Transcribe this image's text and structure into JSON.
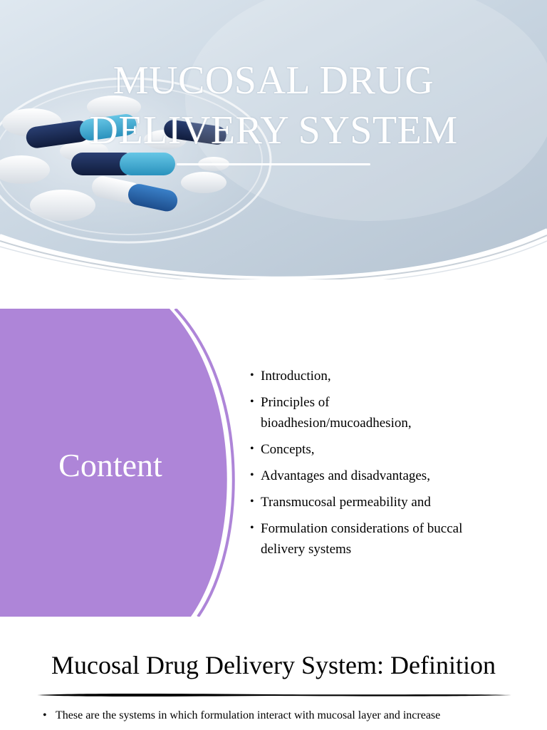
{
  "title_slide": {
    "title_line1": "MUCOSAL DRUG",
    "title_line2": "DELIVERY SYSTEM"
  },
  "content_slide": {
    "heading": "Content",
    "bullets": [
      {
        "line1": "Introduction,",
        "line2": ""
      },
      {
        "line1": "Principles of",
        "line2": "bioadhesion/mucoadhesion,"
      },
      {
        "line1": " Concepts,",
        "line2": ""
      },
      {
        "line1": " Advantages and disadvantages,",
        "line2": ""
      },
      {
        "line1": " Transmucosal permeability and",
        "line2": ""
      },
      {
        "line1": " Formulation considerations of buccal",
        "line2": "delivery systems"
      }
    ],
    "panel_color": "#ae85d8"
  },
  "definition_slide": {
    "title": "Mucosal Drug Delivery System: Definition",
    "bullet1": "These are the systems in which formulation interact with mucosal layer and  increase"
  }
}
